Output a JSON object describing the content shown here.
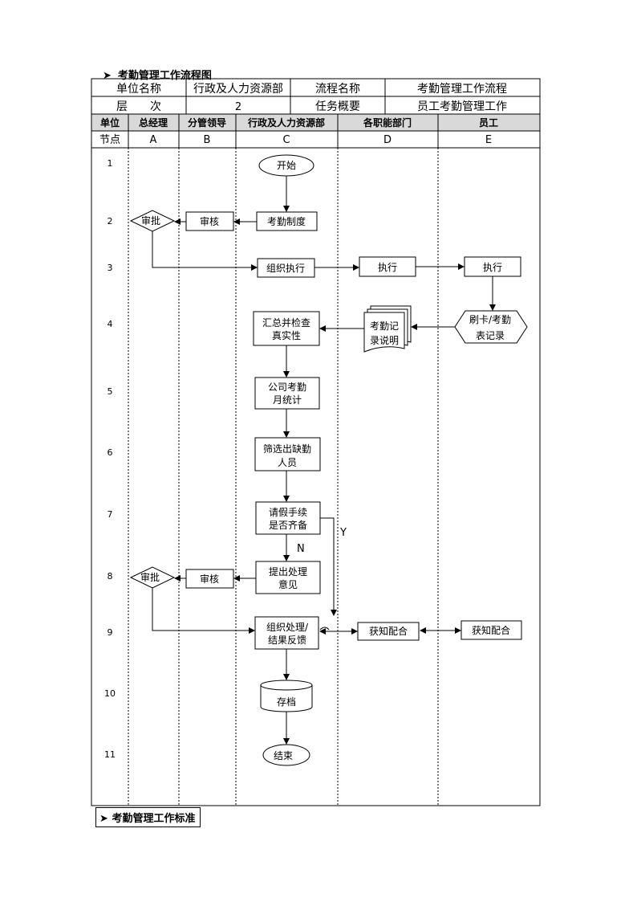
{
  "title": "考勤管理工作流程图",
  "title_arrow": "➤",
  "info": {
    "unit_label": "单位名称",
    "unit_value": "行政及人力资源部",
    "process_label": "流程名称",
    "process_value": "考勤管理工作流程",
    "level_label": "层　　次",
    "level_value": "2",
    "task_label": "任务概要",
    "task_value": "员工考勤管理工作"
  },
  "lanes": {
    "header_label": "单位",
    "node_label": "节点",
    "columns": [
      {
        "name": "总经理",
        "code": "A"
      },
      {
        "name": "分管领导",
        "code": "B"
      },
      {
        "name": "行政及人力资源部",
        "code": "C"
      },
      {
        "name": "各职能部门",
        "code": "D"
      },
      {
        "name": "员工",
        "code": "E"
      }
    ]
  },
  "rows": [
    "1",
    "2",
    "3",
    "4",
    "5",
    "6",
    "7",
    "8",
    "9",
    "10",
    "11"
  ],
  "nodes": {
    "start": "开始",
    "attendance_system": "考勤制度",
    "review_b1": "审核",
    "approve_a1": "审批",
    "organize_exec": "组织执行",
    "execute_d": "执行",
    "execute_e": "执行",
    "card_line1": "刷卡/考勤",
    "card_line2": "表记录",
    "record_line1": "考勤记",
    "record_line2": "录说明",
    "summary_line1": "汇总并检查",
    "summary_line2": "真实性",
    "monthly_line1": "公司考勤",
    "monthly_line2": "月统计",
    "screen_line1": "筛选出缺勤",
    "screen_line2": "人员",
    "leave_line1": "请假手续",
    "leave_line2": "是否齐备",
    "label_y": "Y",
    "label_n": "N",
    "propose_line1": "提出处理",
    "propose_line2": "意见",
    "review_b2": "审核",
    "approve_a2": "审批",
    "org_handle_line1": "组织处理/",
    "org_handle_line2": "结果反馈",
    "inform_d": "获知配合",
    "inform_e": "获知配合",
    "archive": "存档",
    "end": "结束"
  },
  "standard_title": "考勤管理工作标准",
  "standard_arrow": "➤"
}
